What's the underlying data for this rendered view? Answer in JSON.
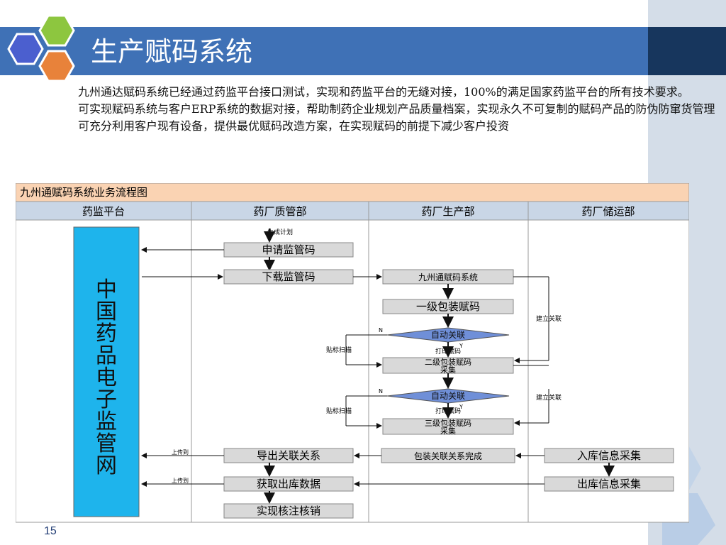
{
  "slide": {
    "title": "生产赋码系统",
    "page_number": "15",
    "paragraphs": [
      "九州通达赋码系统已经通过药监平台接口测试，实现和药监平台的无缝对接，100%的满足国家药监平台的所有技术要求。",
      "可实现赋码系统与客户ERP系统的数据对接，帮助制药企业规划产品质量档案，实现永久不可复制的赋码产品的防伪防窜货管理",
      "可充分利用客户现有设备，提供最优赋码改造方案，在实现赋码的前提下减少客户投资"
    ]
  },
  "diagram": {
    "title": "九州通赋码系统业务流程图",
    "lanes": [
      "药监平台",
      "药厂质管部",
      "药厂生产部",
      "药厂储运部"
    ],
    "platform_label": "中国药品电子监管网",
    "nodes": {
      "plan": "生成计划",
      "apply": "申请监管码",
      "download": "下载监管码",
      "system": "九州通赋码系统",
      "level1": "一级包装赋码",
      "auto1": "自动关联",
      "level2_a": "二级包装赋码",
      "level2_b": "采集",
      "auto2": "自动关联",
      "level3_a": "三级包装赋码",
      "level3_b": "采集",
      "export": "导出关联关系",
      "pack_done": "包装关联关系完成",
      "in_stock": "入库信息采集",
      "get_out": "获取出库数据",
      "out_stock": "出库信息采集",
      "verify": "实现核注核销"
    },
    "edge_labels": {
      "n1": "N",
      "y1": "Y",
      "scan1": "贴标扫描",
      "print1": "打印赋码",
      "link1": "建立关联",
      "n2": "N",
      "y2": "Y",
      "scan2": "贴标扫描",
      "print2": "打印赋码",
      "link2": "建立关联",
      "upload1": "上传到",
      "upload2": "上传到"
    }
  },
  "colors": {
    "title_band": "#3f71b6",
    "title_dark": "#17365d",
    "diagram_header": "#fad3b3",
    "lane_header": "#c9d6e6",
    "platform_box": "#1eb4ec",
    "node_fill": "#d9d9d9",
    "diamond_fill": "#6f8fd8",
    "right_bar": "#d4dde8",
    "hex_blue": "#4b5fcf",
    "hex_green": "#8dc63f",
    "hex_orange": "#e8823a"
  }
}
